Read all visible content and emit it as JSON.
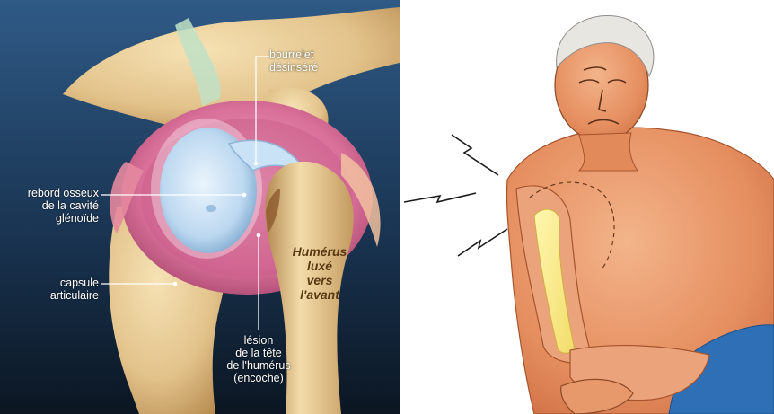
{
  "anatomy": {
    "labels": {
      "bourrelet": [
        "bourrelet",
        "désinséré"
      ],
      "rebord": [
        "rebord osseux",
        "de la cavité",
        "glénoïde"
      ],
      "capsule": [
        "capsule",
        "articulaire"
      ],
      "lesion": [
        "lésion",
        "de la tête",
        "de l'humérus",
        "(encoche)"
      ],
      "humerus": [
        "Humérus",
        "luxé",
        "vers",
        "l'avant"
      ]
    }
  },
  "colors": {
    "background_dark": "#0c1b2b",
    "background_mid": "#2b4f74",
    "bone": "#e9cc93",
    "bone_shadow": "#b88a4f",
    "capsule_pink": "#d8749e",
    "cartilage_blue": "#bcd8f0",
    "skin": "#e79a6c",
    "pain_marks": "#1a1a1a"
  }
}
